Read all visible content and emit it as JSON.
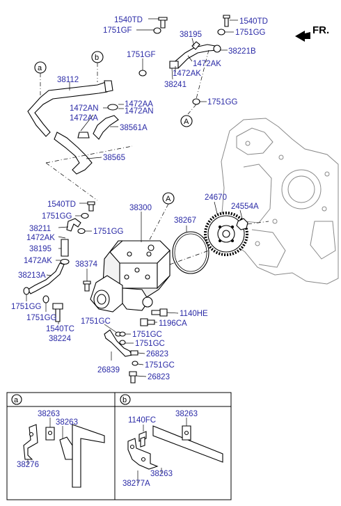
{
  "header": {
    "fr_label": "FR."
  },
  "callouts": {
    "a": "a",
    "b": "b",
    "A": "A"
  },
  "labels": {
    "l_1540TD_top": "1540TD",
    "l_1540TD_topright": "1540TD",
    "l_1751GF_top": "1751GF",
    "l_1751GG_topright": "1751GG",
    "l_38195_top": "38195",
    "l_38221B": "38221B",
    "l_1751GF_mid": "1751GF",
    "l_1472AK_1": "1472AK",
    "l_1472AK_2": "1472AK",
    "l_38241": "38241",
    "l_1751GG_right": "1751GG",
    "l_38112": "38112",
    "l_1472AN_left": "1472AN",
    "l_1472AA_left": "1472AA",
    "l_1472AA_right": "1472AA",
    "l_1472AN_right": "1472AN",
    "l_38561A": "38561A",
    "l_38565": "38565",
    "l_1540TD_mid": "1540TD",
    "l_1751GG_mid1": "1751GG",
    "l_38300": "38300",
    "l_38211": "38211",
    "l_1751GG_mid2": "1751GG",
    "l_1472AK_mid1": "1472AK",
    "l_38195_mid": "38195",
    "l_1472AK_mid2": "1472AK",
    "l_38267": "38267",
    "l_24670": "24670",
    "l_24554A": "24554A",
    "l_38374": "38374",
    "l_38213A": "38213A",
    "l_1751GG_low1": "1751GG",
    "l_1751GG_low2": "1751GG",
    "l_1540TC": "1540TC",
    "l_38224": "38224",
    "l_1140HE": "1140HE",
    "l_1196CA": "1196CA",
    "l_1751GC_1": "1751GC",
    "l_1751GC_2": "1751GC",
    "l_1751GC_3": "1751GC",
    "l_26823_1": "26823",
    "l_26839": "26839",
    "l_1751GC_4": "1751GC",
    "l_26823_2": "26823"
  },
  "detail_panel": {
    "a": {
      "circle": "a",
      "l_38263_1": "38263",
      "l_38263_2": "38263",
      "l_38276": "38276"
    },
    "b": {
      "circle": "b",
      "l_1140FC": "1140FC",
      "l_38263_1": "38263",
      "l_38263_2": "38263",
      "l_38277A": "38277A"
    }
  }
}
